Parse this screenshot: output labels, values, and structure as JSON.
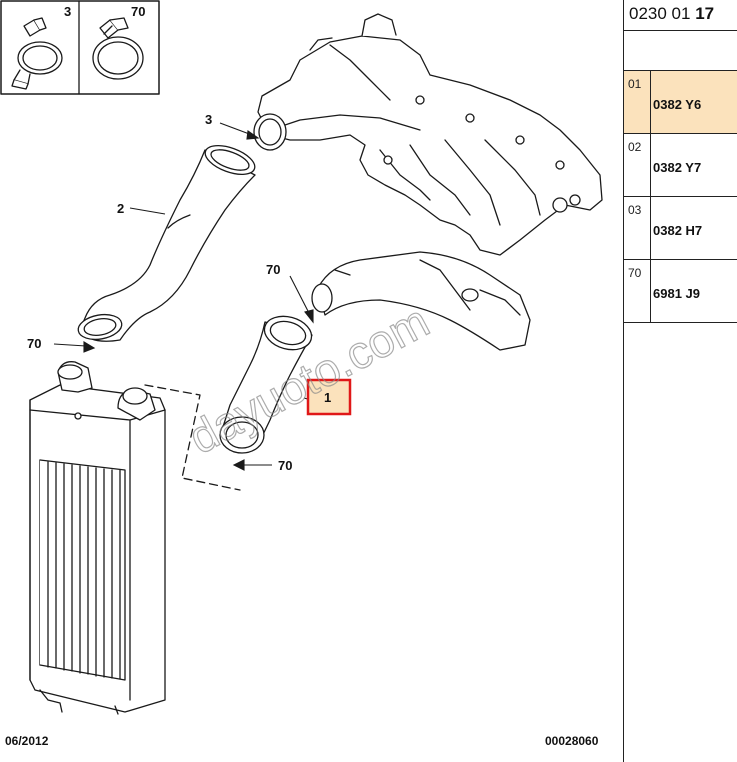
{
  "inset": {
    "clamp_a_label": "3",
    "clamp_b_label": "70"
  },
  "callouts": {
    "item_3": "3",
    "item_2": "2",
    "item_70_left": "70",
    "item_70_top": "70",
    "item_70_bottom": "70",
    "item_1": "1"
  },
  "footer": {
    "date": "06/2012",
    "drawing_number": "00028060"
  },
  "watermark_text": "dayuoto.com",
  "reference": {
    "prefix": "0230 01",
    "suffix": "17"
  },
  "parts": [
    {
      "index": "01",
      "number": "0382 Y6",
      "selected": true
    },
    {
      "index": "02",
      "number": "0382 Y7",
      "selected": false
    },
    {
      "index": "03",
      "number": "0382 H7",
      "selected": false
    },
    {
      "index": "70",
      "number": "6981 J9",
      "selected": false
    }
  ],
  "colors": {
    "highlight_fill": "#fbe2bc",
    "highlight_border": "#e01818",
    "line": "#1a1a1a"
  }
}
